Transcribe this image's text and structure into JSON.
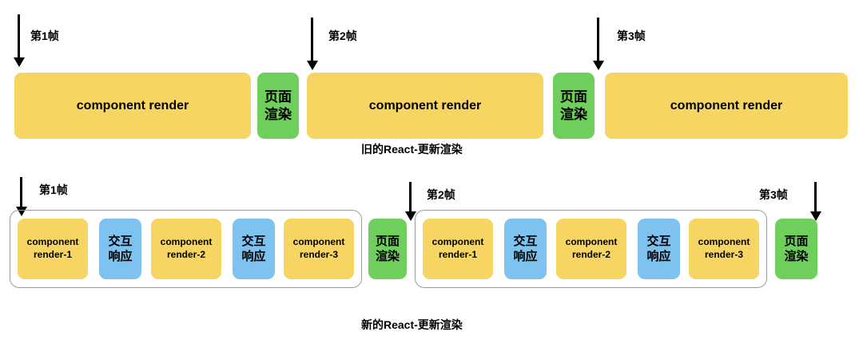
{
  "diagram": {
    "title_old": "旧的React-更新渲染",
    "title_new": "新的React-更新渲染",
    "labels": {
      "component_render": "component render",
      "component_render_1": "component\nrender-1",
      "component_render_2": "component\nrender-2",
      "component_render_3": "component\nrender-3",
      "page_render": "页面\n渲染",
      "interaction_response": "交互\n响应",
      "frame1": "第1帧",
      "frame2": "第2帧",
      "frame3": "第3帧"
    },
    "colors": {
      "yellow": "#f7d563",
      "green": "#6fcf5c",
      "blue": "#7ec2ef",
      "group_border": "#9a9a9a",
      "arrow": "#000000",
      "text": "#000000",
      "background": "#ffffff"
    },
    "old_flow": {
      "caption": "旧的React-更新渲染",
      "frame_markers": [
        "第1帧",
        "第2帧",
        "第3帧"
      ],
      "sequence": [
        {
          "type": "work",
          "label": "component render"
        },
        {
          "type": "commit",
          "label": "页面\n渲染"
        },
        {
          "type": "work",
          "label": "component render"
        },
        {
          "type": "commit",
          "label": "页面\n渲染"
        },
        {
          "type": "work",
          "label": "component render"
        }
      ]
    },
    "new_flow": {
      "caption": "新的React-更新渲染",
      "frame_markers": [
        "第1帧",
        "第2帧",
        "第3帧"
      ],
      "groups": [
        {
          "name": "frame-1-group",
          "items": [
            {
              "type": "work",
              "label": "component\nrender-1"
            },
            {
              "type": "interaction",
              "label": "交互\n响应"
            },
            {
              "type": "work",
              "label": "component\nrender-2"
            },
            {
              "type": "interaction",
              "label": "交互\n响应"
            },
            {
              "type": "work",
              "label": "component\nrender-3"
            }
          ]
        },
        {
          "name": "frame-2-group",
          "items": [
            {
              "type": "work",
              "label": "component\nrender-1"
            },
            {
              "type": "interaction",
              "label": "交互\n响应"
            },
            {
              "type": "work",
              "label": "component\nrender-2"
            },
            {
              "type": "interaction",
              "label": "交互\n响应"
            },
            {
              "type": "work",
              "label": "component\nrender-3"
            }
          ]
        }
      ],
      "commits": [
        {
          "label": "页面\n渲染"
        },
        {
          "label": "页面\n渲染"
        }
      ]
    }
  }
}
